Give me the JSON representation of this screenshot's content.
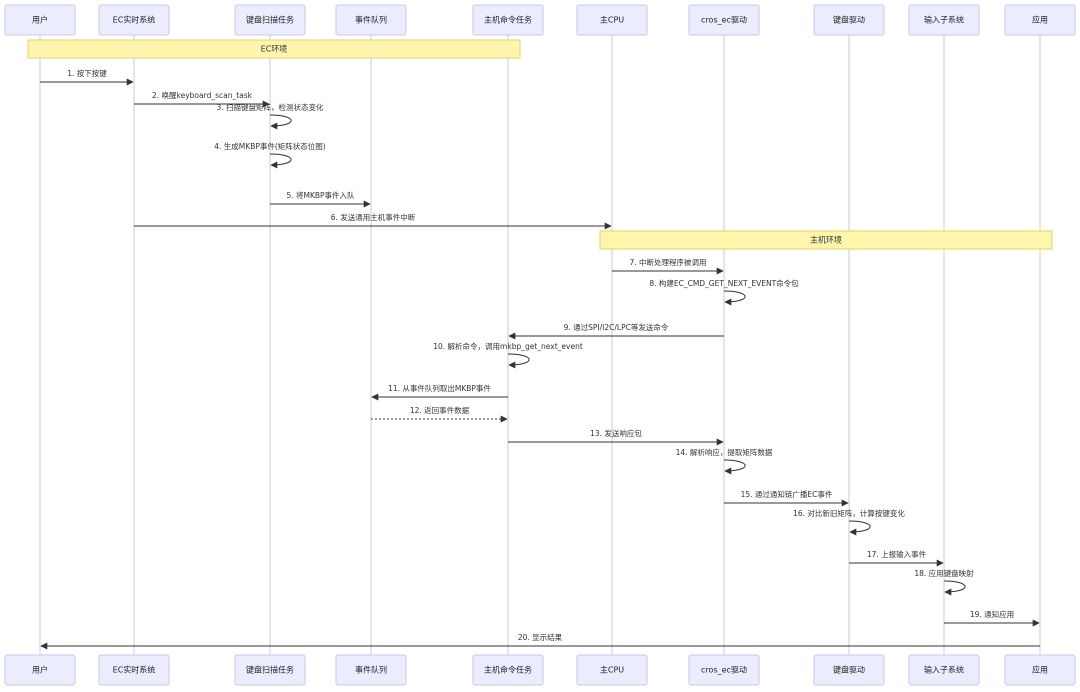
{
  "actors": [
    {
      "id": "user",
      "label": "用户"
    },
    {
      "id": "ec_rt",
      "label": "EC实时系统"
    },
    {
      "id": "kbscan",
      "label": "键盘扫描任务"
    },
    {
      "id": "queue",
      "label": "事件队列"
    },
    {
      "id": "hostcmd",
      "label": "主机命令任务"
    },
    {
      "id": "cpu",
      "label": "主CPU"
    },
    {
      "id": "crosec",
      "label": "cros_ec驱动"
    },
    {
      "id": "kbdrv",
      "label": "键盘驱动"
    },
    {
      "id": "input",
      "label": "输入子系统"
    },
    {
      "id": "app",
      "label": "应用"
    }
  ],
  "notes": [
    {
      "label": "EC环境",
      "from": "user",
      "to": "hostcmd",
      "before_msg": 0
    },
    {
      "label": "主机环境",
      "from": "cpu",
      "to": "app",
      "before_msg": 6
    }
  ],
  "messages": [
    {
      "from": "user",
      "to": "ec_rt",
      "label": "1. 按下按键",
      "style": "solid"
    },
    {
      "from": "ec_rt",
      "to": "kbscan",
      "label": "2. 唤醒keyboard_scan_task",
      "style": "solid"
    },
    {
      "from": "kbscan",
      "to": "kbscan",
      "label": "3. 扫描键盘矩阵，检测状态变化",
      "style": "solid"
    },
    {
      "from": "kbscan",
      "to": "kbscan",
      "label": "4. 生成MKBP事件(矩阵状态位图)",
      "style": "solid"
    },
    {
      "from": "kbscan",
      "to": "queue",
      "label": "5. 将MKBP事件入队",
      "style": "solid"
    },
    {
      "from": "ec_rt",
      "to": "cpu",
      "label": "6. 发送通用主机事件中断",
      "style": "solid"
    },
    {
      "from": "cpu",
      "to": "crosec",
      "label": "7. 中断处理程序被调用",
      "style": "solid"
    },
    {
      "from": "crosec",
      "to": "crosec",
      "label": "8. 构建EC_CMD_GET_NEXT_EVENT命令包",
      "style": "solid"
    },
    {
      "from": "crosec",
      "to": "hostcmd",
      "label": "9. 通过SPI/I2C/LPC等发送命令",
      "style": "solid"
    },
    {
      "from": "hostcmd",
      "to": "hostcmd",
      "label": "10. 解析命令，调用mkbp_get_next_event",
      "style": "solid"
    },
    {
      "from": "hostcmd",
      "to": "queue",
      "label": "11. 从事件队列取出MKBP事件",
      "style": "solid"
    },
    {
      "from": "queue",
      "to": "hostcmd",
      "label": "12. 返回事件数据",
      "style": "dotted"
    },
    {
      "from": "hostcmd",
      "to": "crosec",
      "label": "13. 发送响应包",
      "style": "solid"
    },
    {
      "from": "crosec",
      "to": "crosec",
      "label": "14. 解析响应，提取矩阵数据",
      "style": "solid"
    },
    {
      "from": "crosec",
      "to": "kbdrv",
      "label": "15. 通过通知链广播EC事件",
      "style": "solid"
    },
    {
      "from": "kbdrv",
      "to": "kbdrv",
      "label": "16. 对比新旧矩阵，计算按键变化",
      "style": "solid"
    },
    {
      "from": "kbdrv",
      "to": "input",
      "label": "17. 上报输入事件",
      "style": "solid"
    },
    {
      "from": "input",
      "to": "input",
      "label": "18. 应用键盘映射",
      "style": "solid"
    },
    {
      "from": "input",
      "to": "app",
      "label": "19. 通知应用",
      "style": "solid"
    },
    {
      "from": "app",
      "to": "user",
      "label": "20. 显示结果",
      "style": "solid"
    }
  ]
}
